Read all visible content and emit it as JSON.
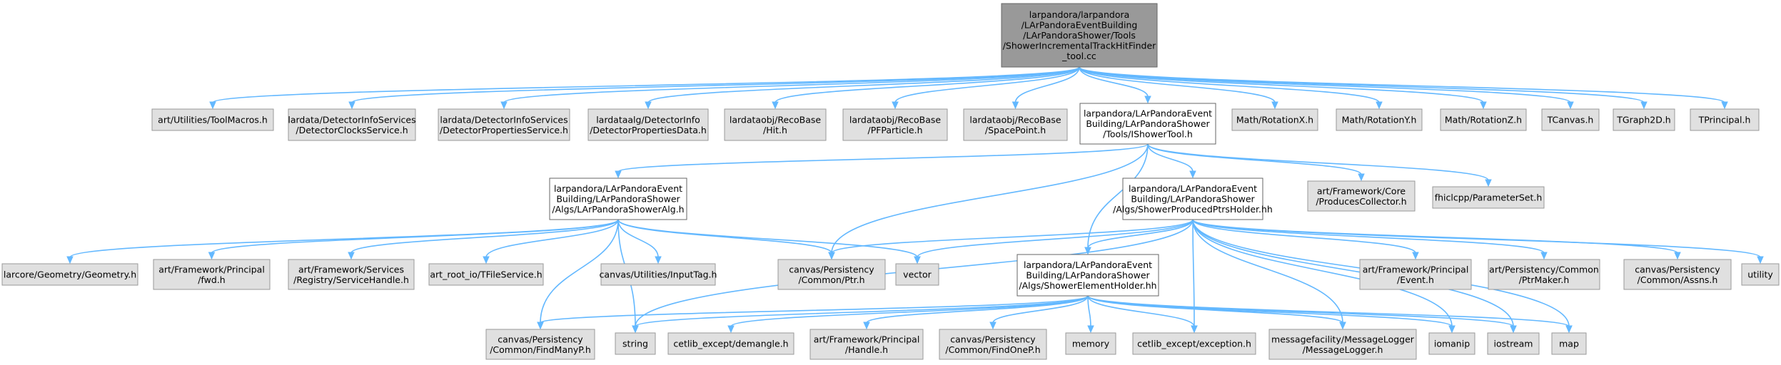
{
  "colors": {
    "focus_fill": "#999999",
    "focus_border": "#666666",
    "internal_fill": "#ffffff",
    "internal_border": "#666666",
    "external_fill": "#e0e0e0",
    "external_border": "#999999",
    "edge": "#63b8ff"
  },
  "nodes": [
    {
      "id": "n_root",
      "kind": "focus",
      "lines": [
        "larpandora/larpandora",
        "/LArPandoraEventBuilding",
        "/LArPandoraShower/Tools",
        "/ShowerIncrementalTrackHitFinder",
        "_tool.cc"
      ]
    },
    {
      "id": "n_toolmacros",
      "kind": "external",
      "lines": [
        "art/Utilities/ToolMacros.h"
      ]
    },
    {
      "id": "n_detclocks",
      "kind": "external",
      "lines": [
        "lardata/DetectorInfoServices",
        "/DetectorClocksService.h"
      ]
    },
    {
      "id": "n_detprops",
      "kind": "external",
      "lines": [
        "lardata/DetectorInfoServices",
        "/DetectorPropertiesService.h"
      ]
    },
    {
      "id": "n_detpropsdata",
      "kind": "external",
      "lines": [
        "lardataalg/DetectorInfo",
        "/DetectorPropertiesData.h"
      ]
    },
    {
      "id": "n_hit",
      "kind": "external",
      "lines": [
        "lardataobj/RecoBase",
        "/Hit.h"
      ]
    },
    {
      "id": "n_pfparticle",
      "kind": "external",
      "lines": [
        "lardataobj/RecoBase",
        "/PFParticle.h"
      ]
    },
    {
      "id": "n_spacepoint",
      "kind": "external",
      "lines": [
        "lardataobj/RecoBase",
        "/SpacePoint.h"
      ]
    },
    {
      "id": "n_ishowertool",
      "kind": "internal",
      "lines": [
        "larpandora/LArPandoraEvent",
        "Building/LArPandoraShower",
        "/Tools/IShowerTool.h"
      ]
    },
    {
      "id": "n_rotx",
      "kind": "external",
      "lines": [
        "Math/RotationX.h"
      ]
    },
    {
      "id": "n_roty",
      "kind": "external",
      "lines": [
        "Math/RotationY.h"
      ]
    },
    {
      "id": "n_rotz",
      "kind": "external",
      "lines": [
        "Math/RotationZ.h"
      ]
    },
    {
      "id": "n_tcanvas",
      "kind": "external",
      "lines": [
        "TCanvas.h"
      ]
    },
    {
      "id": "n_tgraph2d",
      "kind": "external",
      "lines": [
        "TGraph2D.h"
      ]
    },
    {
      "id": "n_tprincipal",
      "kind": "external",
      "lines": [
        "TPrincipal.h"
      ]
    },
    {
      "id": "n_showeralg",
      "kind": "internal",
      "lines": [
        "larpandora/LArPandoraEvent",
        "Building/LArPandoraShower",
        "/Algs/LArPandoraShowerAlg.h"
      ]
    },
    {
      "id": "n_ptrsholder",
      "kind": "internal",
      "lines": [
        "larpandora/LArPandoraEvent",
        "Building/LArPandoraShower",
        "/Algs/ShowerProducedPtrsHolder.hh"
      ]
    },
    {
      "id": "n_producescollector",
      "kind": "external",
      "lines": [
        "art/Framework/Core",
        "/ProducesCollector.h"
      ]
    },
    {
      "id": "n_parameterset",
      "kind": "external",
      "lines": [
        "fhiclcpp/ParameterSet.h"
      ]
    },
    {
      "id": "n_geometry",
      "kind": "external",
      "lines": [
        "larcore/Geometry/Geometry.h"
      ]
    },
    {
      "id": "n_fwd",
      "kind": "external",
      "lines": [
        "art/Framework/Principal",
        "/fwd.h"
      ]
    },
    {
      "id": "n_servicehandle",
      "kind": "external",
      "lines": [
        "art/Framework/Services",
        "/Registry/ServiceHandle.h"
      ]
    },
    {
      "id": "n_tfileservice",
      "kind": "external",
      "lines": [
        "art_root_io/TFileService.h"
      ]
    },
    {
      "id": "n_inputtag",
      "kind": "external",
      "lines": [
        "canvas/Utilities/InputTag.h"
      ]
    },
    {
      "id": "n_ptr",
      "kind": "external",
      "lines": [
        "canvas/Persistency",
        "/Common/Ptr.h"
      ]
    },
    {
      "id": "n_vector",
      "kind": "external",
      "lines": [
        "vector"
      ]
    },
    {
      "id": "n_elementholder",
      "kind": "internal",
      "lines": [
        "larpandora/LArPandoraEvent",
        "Building/LArPandoraShower",
        "/Algs/ShowerElementHolder.hh"
      ]
    },
    {
      "id": "n_event",
      "kind": "external",
      "lines": [
        "art/Framework/Principal",
        "/Event.h"
      ]
    },
    {
      "id": "n_ptrmaker",
      "kind": "external",
      "lines": [
        "art/Persistency/Common",
        "/PtrMaker.h"
      ]
    },
    {
      "id": "n_assns",
      "kind": "external",
      "lines": [
        "canvas/Persistency",
        "/Common/Assns.h"
      ]
    },
    {
      "id": "n_utility",
      "kind": "external",
      "lines": [
        "utility"
      ]
    },
    {
      "id": "n_findmanyp",
      "kind": "external",
      "lines": [
        "canvas/Persistency",
        "/Common/FindManyP.h"
      ]
    },
    {
      "id": "n_string",
      "kind": "external",
      "lines": [
        "string"
      ]
    },
    {
      "id": "n_demangle",
      "kind": "external",
      "lines": [
        "cetlib_except/demangle.h"
      ]
    },
    {
      "id": "n_handle",
      "kind": "external",
      "lines": [
        "art/Framework/Principal",
        "/Handle.h"
      ]
    },
    {
      "id": "n_findonep",
      "kind": "external",
      "lines": [
        "canvas/Persistency",
        "/Common/FindOneP.h"
      ]
    },
    {
      "id": "n_memory",
      "kind": "external",
      "lines": [
        "memory"
      ]
    },
    {
      "id": "n_exception",
      "kind": "external",
      "lines": [
        "cetlib_except/exception.h"
      ]
    },
    {
      "id": "n_messagelogger",
      "kind": "external",
      "lines": [
        "messagefacility/MessageLogger",
        "/MessageLogger.h"
      ]
    },
    {
      "id": "n_iomanip",
      "kind": "external",
      "lines": [
        "iomanip"
      ]
    },
    {
      "id": "n_iostream",
      "kind": "external",
      "lines": [
        "iostream"
      ]
    },
    {
      "id": "n_map",
      "kind": "external",
      "lines": [
        "map"
      ]
    }
  ],
  "edges": [
    [
      "n_root",
      "n_toolmacros"
    ],
    [
      "n_root",
      "n_detclocks"
    ],
    [
      "n_root",
      "n_detprops"
    ],
    [
      "n_root",
      "n_detpropsdata"
    ],
    [
      "n_root",
      "n_hit"
    ],
    [
      "n_root",
      "n_pfparticle"
    ],
    [
      "n_root",
      "n_spacepoint"
    ],
    [
      "n_root",
      "n_ishowertool"
    ],
    [
      "n_root",
      "n_rotx"
    ],
    [
      "n_root",
      "n_roty"
    ],
    [
      "n_root",
      "n_rotz"
    ],
    [
      "n_root",
      "n_tcanvas"
    ],
    [
      "n_root",
      "n_tgraph2d"
    ],
    [
      "n_root",
      "n_tprincipal"
    ],
    [
      "n_ishowertool",
      "n_showeralg"
    ],
    [
      "n_ishowertool",
      "n_ptrsholder"
    ],
    [
      "n_ishowertool",
      "n_elementholder"
    ],
    [
      "n_ishowertool",
      "n_producescollector"
    ],
    [
      "n_ishowertool",
      "n_parameterset"
    ],
    [
      "n_ishowertool",
      "n_ptr"
    ],
    [
      "n_showeralg",
      "n_geometry"
    ],
    [
      "n_showeralg",
      "n_fwd"
    ],
    [
      "n_showeralg",
      "n_servicehandle"
    ],
    [
      "n_showeralg",
      "n_tfileservice"
    ],
    [
      "n_showeralg",
      "n_inputtag"
    ],
    [
      "n_showeralg",
      "n_ptr"
    ],
    [
      "n_showeralg",
      "n_vector"
    ],
    [
      "n_showeralg",
      "n_findmanyp"
    ],
    [
      "n_showeralg",
      "n_string"
    ],
    [
      "n_ptrsholder",
      "n_elementholder"
    ],
    [
      "n_ptrsholder",
      "n_event"
    ],
    [
      "n_ptrsholder",
      "n_ptrmaker"
    ],
    [
      "n_ptrsholder",
      "n_assns"
    ],
    [
      "n_ptrsholder",
      "n_utility"
    ],
    [
      "n_ptrsholder",
      "n_ptr"
    ],
    [
      "n_ptrsholder",
      "n_vector"
    ],
    [
      "n_ptrsholder",
      "n_string"
    ],
    [
      "n_ptrsholder",
      "n_exception"
    ],
    [
      "n_ptrsholder",
      "n_messagelogger"
    ],
    [
      "n_ptrsholder",
      "n_iomanip"
    ],
    [
      "n_ptrsholder",
      "n_iostream"
    ],
    [
      "n_ptrsholder",
      "n_map"
    ],
    [
      "n_elementholder",
      "n_findmanyp"
    ],
    [
      "n_elementholder",
      "n_string"
    ],
    [
      "n_elementholder",
      "n_demangle"
    ],
    [
      "n_elementholder",
      "n_handle"
    ],
    [
      "n_elementholder",
      "n_findonep"
    ],
    [
      "n_elementholder",
      "n_memory"
    ],
    [
      "n_elementholder",
      "n_exception"
    ],
    [
      "n_elementholder",
      "n_messagelogger"
    ],
    [
      "n_elementholder",
      "n_iomanip"
    ],
    [
      "n_elementholder",
      "n_iostream"
    ],
    [
      "n_elementholder",
      "n_map"
    ]
  ]
}
